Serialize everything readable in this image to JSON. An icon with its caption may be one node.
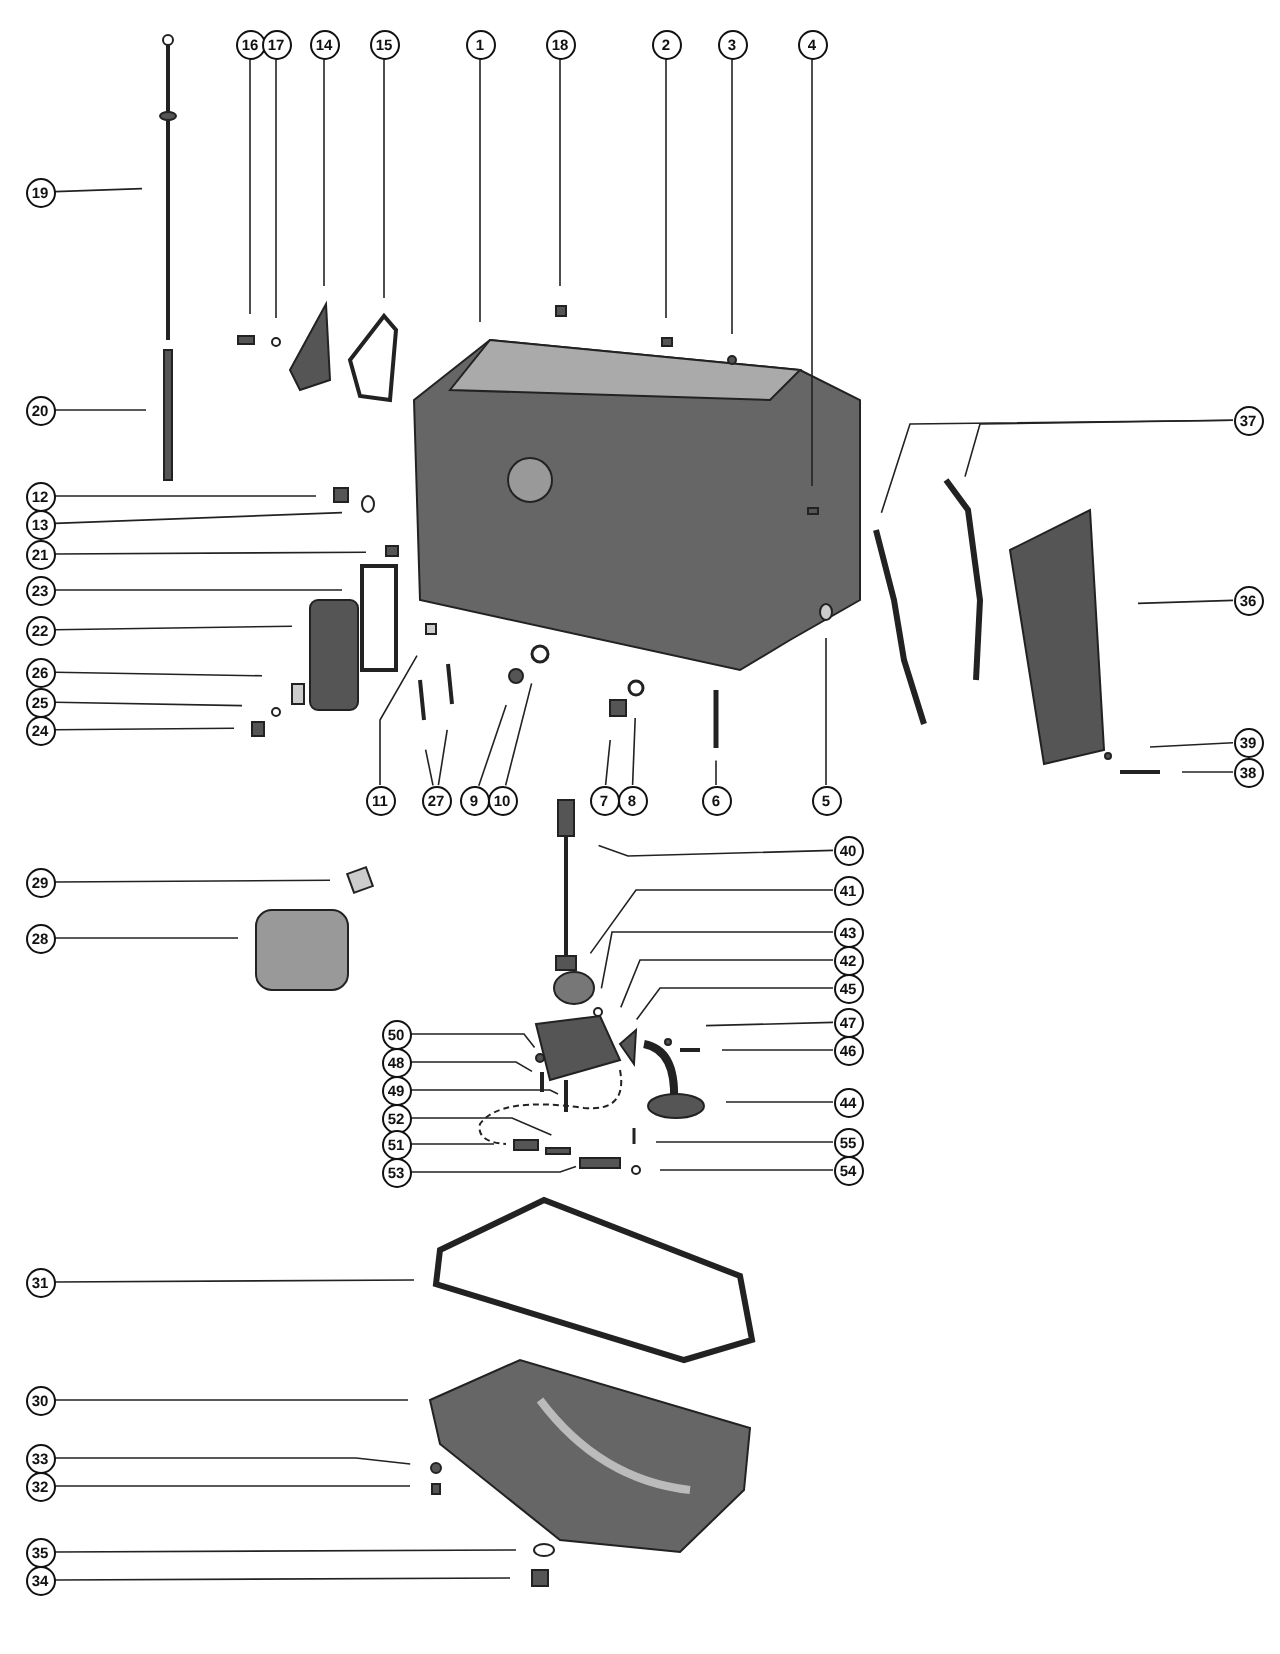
{
  "diagram": {
    "nodes": [
      {
        "text": [
          "16"
        ]
      },
      {
        "text": [
          "17"
        ]
      },
      {
        "text": [
          "14"
        ]
      },
      {
        "text": [
          "15"
        ]
      },
      {
        "text": [
          "1"
        ]
      },
      {
        "text": [
          "18"
        ]
      },
      {
        "text": [
          "2"
        ]
      },
      {
        "text": [
          "3"
        ]
      },
      {
        "text": [
          "4"
        ]
      },
      {
        "text": [
          "19"
        ]
      },
      {
        "text": [
          "20"
        ]
      },
      {
        "text": [
          "12"
        ]
      },
      {
        "text": [
          "13"
        ]
      },
      {
        "text": [
          "21"
        ]
      },
      {
        "text": [
          "37"
        ]
      },
      {
        "text": [
          "23"
        ]
      },
      {
        "text": [
          "22"
        ]
      },
      {
        "text": [
          "36"
        ]
      },
      {
        "text": [
          "26"
        ]
      },
      {
        "text": [
          "25"
        ]
      },
      {
        "text": [
          "24"
        ]
      },
      {
        "text": [
          "39"
        ]
      },
      {
        "text": [
          "38"
        ]
      },
      {
        "text": [
          "11"
        ]
      },
      {
        "text": [
          "27"
        ]
      },
      {
        "text": [
          "9"
        ]
      },
      {
        "text": [
          "10"
        ]
      },
      {
        "text": [
          "7"
        ]
      },
      {
        "text": [
          "8"
        ]
      },
      {
        "text": [
          "6"
        ]
      },
      {
        "text": [
          "5"
        ]
      },
      {
        "text": [
          "40"
        ]
      },
      {
        "text": [
          "29"
        ]
      },
      {
        "text": [
          "41"
        ]
      },
      {
        "text": [
          "43"
        ]
      },
      {
        "text": [
          "42"
        ]
      },
      {
        "text": [
          "28"
        ]
      },
      {
        "text": [
          "45"
        ]
      },
      {
        "text": [
          "50"
        ]
      },
      {
        "text": [
          "47"
        ]
      },
      {
        "text": [
          "46"
        ]
      },
      {
        "text": [
          "48"
        ]
      },
      {
        "text": [
          "49"
        ]
      },
      {
        "text": [
          "52"
        ]
      },
      {
        "text": [
          "44"
        ]
      },
      {
        "text": [
          "51"
        ]
      },
      {
        "text": [
          "55"
        ]
      },
      {
        "text": [
          "53"
        ]
      },
      {
        "text": [
          "54"
        ]
      },
      {
        "text": [
          "31"
        ]
      },
      {
        "text": [
          "30"
        ]
      },
      {
        "text": [
          "33"
        ]
      },
      {
        "text": [
          "32"
        ]
      },
      {
        "text": [
          "35"
        ]
      },
      {
        "text": [
          "34"
        ]
      }
    ],
    "edges": [
      {
        "from": 0,
        "to": null,
        "arrow": "none"
      },
      {
        "from": 1,
        "to": null,
        "arrow": "none"
      },
      {
        "from": 2,
        "to": null,
        "arrow": "none"
      },
      {
        "from": 3,
        "to": null,
        "arrow": "none"
      },
      {
        "from": 4,
        "to": null,
        "arrow": "none"
      },
      {
        "from": 5,
        "to": null,
        "arrow": "none"
      },
      {
        "from": 6,
        "to": null,
        "arrow": "none"
      },
      {
        "from": 7,
        "to": null,
        "arrow": "none"
      },
      {
        "from": 8,
        "to": null,
        "arrow": "none"
      },
      {
        "from": 9,
        "to": null,
        "arrow": "none"
      },
      {
        "from": 10,
        "to": null,
        "arrow": "none"
      },
      {
        "from": 11,
        "to": null,
        "arrow": "none"
      },
      {
        "from": 12,
        "to": null,
        "arrow": "none"
      },
      {
        "from": 13,
        "to": null,
        "arrow": "none"
      },
      {
        "from": 14,
        "to": null,
        "arrow": "none"
      },
      {
        "from": 14,
        "to": null,
        "arrow": "none"
      },
      {
        "from": 15,
        "to": null,
        "arrow": "none"
      },
      {
        "from": 16,
        "to": null,
        "arrow": "none"
      },
      {
        "from": 17,
        "to": null,
        "arrow": "none"
      },
      {
        "from": 18,
        "to": null,
        "arrow": "none"
      },
      {
        "from": 19,
        "to": null,
        "arrow": "none"
      },
      {
        "from": 20,
        "to": null,
        "arrow": "none"
      },
      {
        "from": 21,
        "to": null,
        "arrow": "none"
      },
      {
        "from": 22,
        "to": null,
        "arrow": "none"
      },
      {
        "from": 23,
        "to": null,
        "arrow": "none"
      },
      {
        "from": 24,
        "to": null,
        "arrow": "none"
      },
      {
        "from": 24,
        "to": null,
        "arrow": "none"
      },
      {
        "from": 25,
        "to": null,
        "arrow": "none"
      },
      {
        "from": 26,
        "to": null,
        "arrow": "none"
      },
      {
        "from": 27,
        "to": null,
        "arrow": "none"
      },
      {
        "from": 28,
        "to": null,
        "arrow": "none"
      },
      {
        "from": 29,
        "to": null,
        "arrow": "none"
      },
      {
        "from": 30,
        "to": null,
        "arrow": "none"
      },
      {
        "from": 31,
        "to": null,
        "arrow": "none"
      },
      {
        "from": 32,
        "to": null,
        "arrow": "none"
      },
      {
        "from": 33,
        "to": null,
        "arrow": "none"
      },
      {
        "from": 34,
        "to": null,
        "arrow": "none"
      },
      {
        "from": 35,
        "to": null,
        "arrow": "none"
      },
      {
        "from": 36,
        "to": null,
        "arrow": "none"
      },
      {
        "from": 37,
        "to": null,
        "arrow": "none"
      },
      {
        "from": 38,
        "to": null,
        "arrow": "none"
      },
      {
        "from": 39,
        "to": null,
        "arrow": "none"
      },
      {
        "from": 40,
        "to": null,
        "arrow": "none"
      },
      {
        "from": 41,
        "to": null,
        "arrow": "none"
      },
      {
        "from": 42,
        "to": null,
        "arrow": "none"
      },
      {
        "from": 43,
        "to": null,
        "arrow": "none"
      },
      {
        "from": 44,
        "to": null,
        "arrow": "none"
      },
      {
        "from": 45,
        "to": null,
        "arrow": "none"
      },
      {
        "from": 46,
        "to": null,
        "arrow": "none"
      },
      {
        "from": 47,
        "to": null,
        "arrow": "none"
      },
      {
        "from": 48,
        "to": null,
        "arrow": "none"
      },
      {
        "from": 49,
        "to": null,
        "arrow": "none"
      },
      {
        "from": 50,
        "to": null,
        "arrow": "none"
      },
      {
        "from": 51,
        "to": null,
        "arrow": "none"
      },
      {
        "from": 52,
        "to": null,
        "arrow": "none"
      },
      {
        "from": 53,
        "to": null,
        "arrow": "none"
      },
      {
        "from": 54,
        "to": null,
        "arrow": "none"
      }
    ]
  }
}
